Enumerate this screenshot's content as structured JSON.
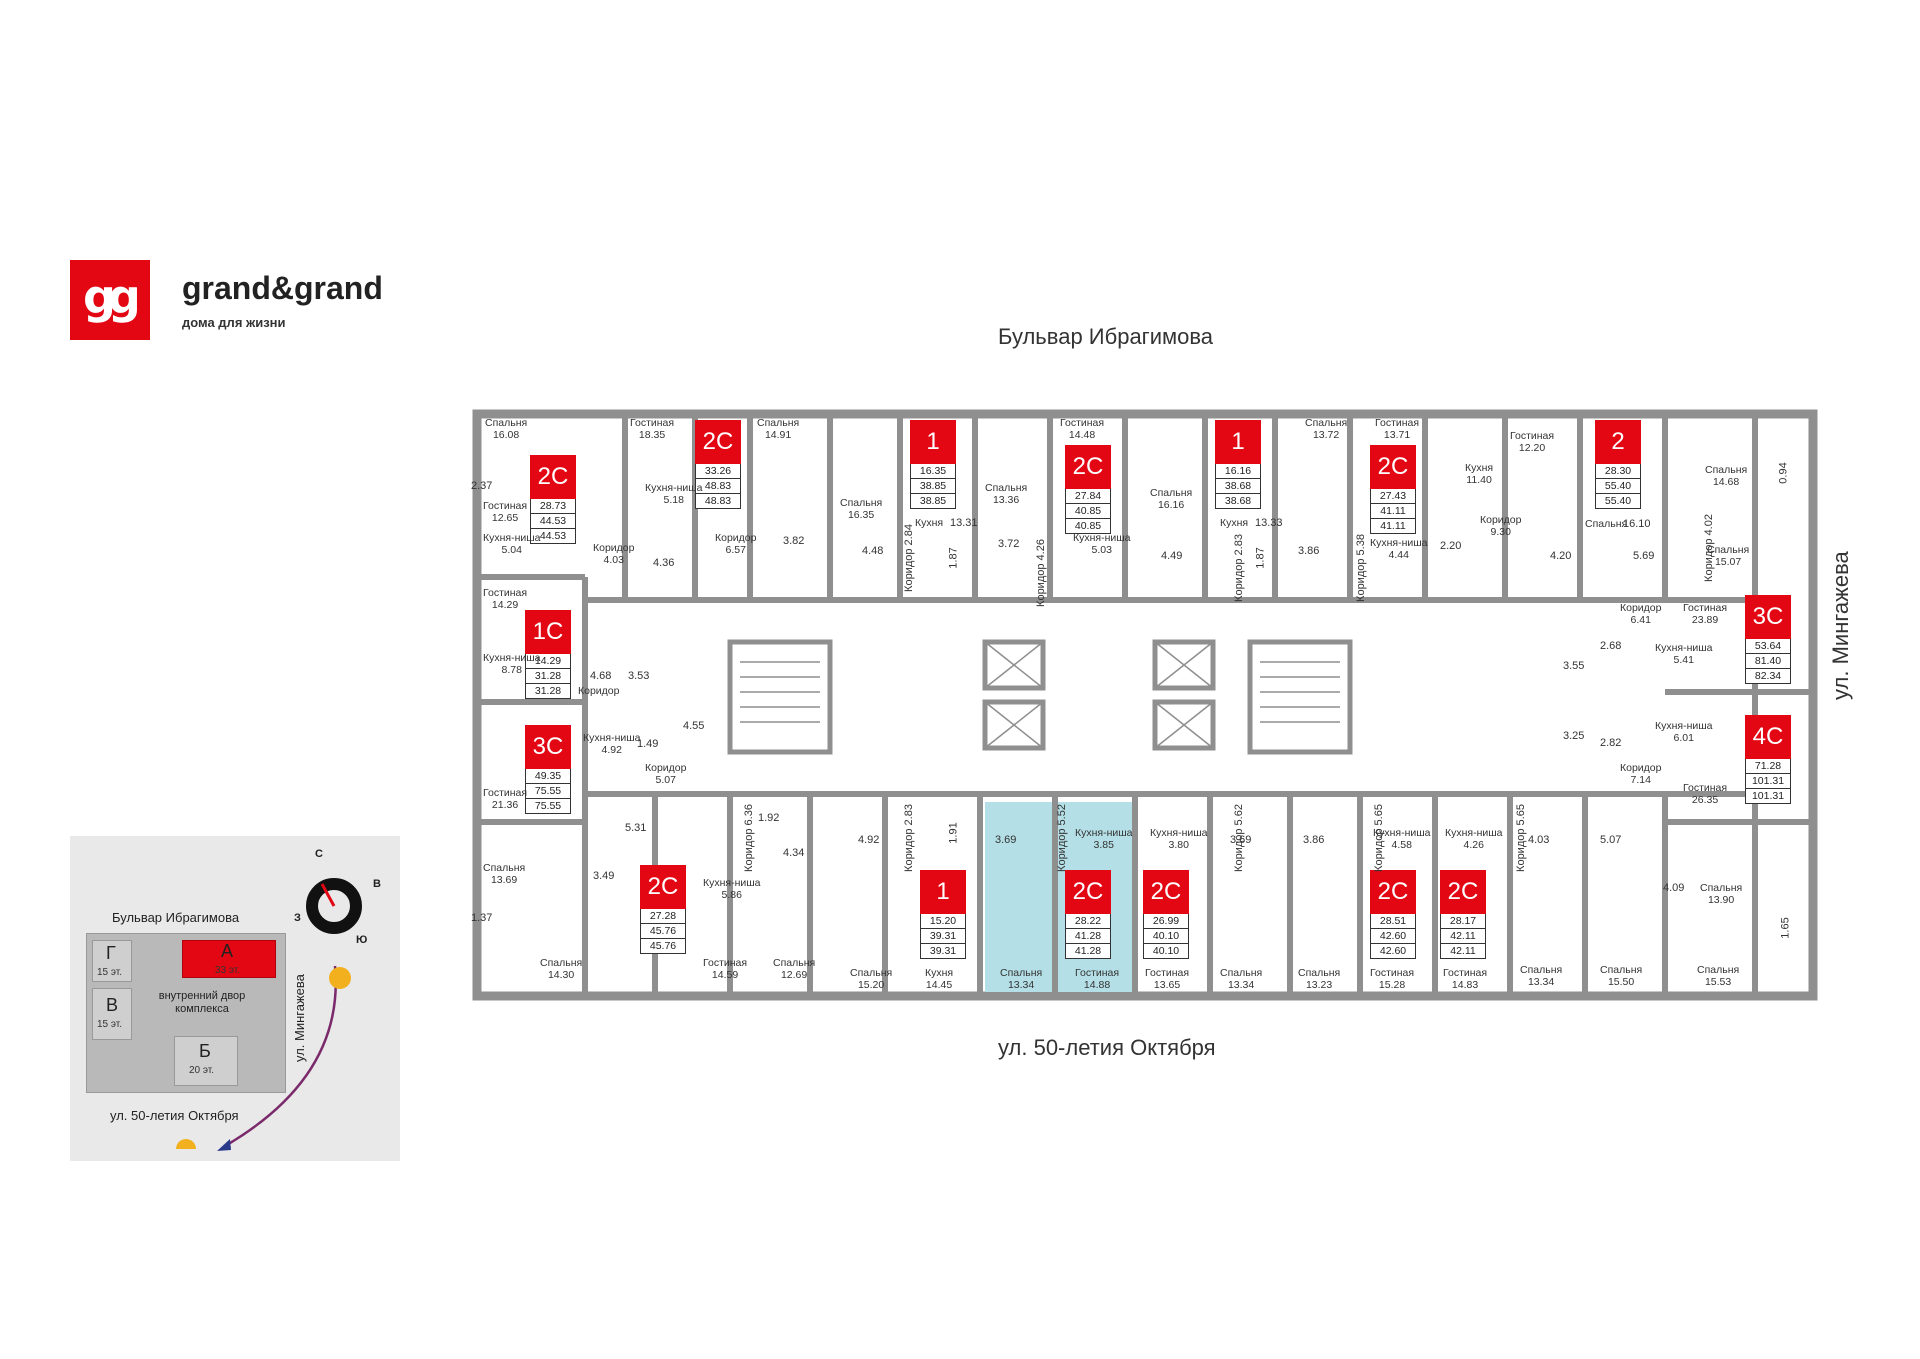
{
  "brand": {
    "name": "grand&grand",
    "tagline": "дома для жизни",
    "mark": "gg"
  },
  "streets": {
    "top": "Бульвар Ибрагимова",
    "bottom": "ул. 50-летия Октября",
    "right": "ул. Мингажева"
  },
  "colors": {
    "accent": "#e30613",
    "highlight": "#b4dfe6",
    "wall": "#8f8f8f"
  },
  "apartments": [
    {
      "type": "2С",
      "areas": [
        "28.73",
        "44.53",
        "44.53"
      ]
    },
    {
      "type": "2С",
      "areas": [
        "33.26",
        "48.83",
        "48.83"
      ]
    },
    {
      "type": "1",
      "areas": [
        "16.35",
        "38.85",
        "38.85"
      ]
    },
    {
      "type": "2С",
      "areas": [
        "27.84",
        "40.85",
        "40.85"
      ]
    },
    {
      "type": "1",
      "areas": [
        "16.16",
        "38.68",
        "38.68"
      ]
    },
    {
      "type": "2С",
      "areas": [
        "27.43",
        "41.11",
        "41.11"
      ]
    },
    {
      "type": "2",
      "areas": [
        "28.30",
        "55.40",
        "55.40"
      ]
    },
    {
      "type": "1С",
      "areas": [
        "14.29",
        "31.28",
        "31.28"
      ]
    },
    {
      "type": "3С",
      "areas": [
        "49.35",
        "75.55",
        "75.55"
      ]
    },
    {
      "type": "3С",
      "areas": [
        "53.64",
        "81.40",
        "82.34"
      ]
    },
    {
      "type": "4С",
      "areas": [
        "71.28",
        "101.31",
        "101.31"
      ]
    },
    {
      "type": "2С",
      "areas": [
        "27.28",
        "45.76",
        "45.76"
      ]
    },
    {
      "type": "1",
      "areas": [
        "15.20",
        "39.31",
        "39.31"
      ]
    },
    {
      "type": "2С",
      "areas": [
        "28.22",
        "41.28",
        "41.28"
      ]
    },
    {
      "type": "2С",
      "areas": [
        "26.99",
        "40.10",
        "40.10"
      ]
    },
    {
      "type": "2С",
      "areas": [
        "28.51",
        "42.60",
        "42.60"
      ]
    },
    {
      "type": "2С",
      "areas": [
        "28.17",
        "42.11",
        "42.11"
      ]
    }
  ],
  "rooms": [
    {
      "name": "Спальня",
      "area": "16.08"
    },
    {
      "name": "Гостиная",
      "area": "18.35"
    },
    {
      "name": "Спальня",
      "area": "14.91"
    },
    {
      "name": "Гостиная",
      "area": "14.48"
    },
    {
      "name": "Спальня",
      "area": "13.72"
    },
    {
      "name": "Гостиная",
      "area": "13.71"
    },
    {
      "name": "Гостиная",
      "area": "12.20"
    },
    {
      "name": "Гостиная",
      "area": "12.65"
    },
    {
      "name": "Кухня-ниша",
      "area": "5.04"
    },
    {
      "name": "Кухня-ниша",
      "area": "5.18"
    },
    {
      "name": "Спальня",
      "area": "16.35"
    },
    {
      "name": "Спальня",
      "area": "13.36"
    },
    {
      "name": "Спальня",
      "area": "16.16"
    },
    {
      "name": "Кухня",
      "area": "11.40"
    },
    {
      "name": "Спальня",
      "area": "14.68"
    },
    {
      "name": "Коридор",
      "area": "4.03"
    },
    {
      "name": "Коридор",
      "area": "6.57"
    },
    {
      "name": "Кухня",
      "area": "13.31"
    },
    {
      "name": "Кухня-ниша",
      "area": "5.03"
    },
    {
      "name": "Кухня",
      "area": "13.33"
    },
    {
      "name": "Кухня-ниша",
      "area": "4.44"
    },
    {
      "name": "Коридор",
      "area": "9.30"
    },
    {
      "name": "Спальня",
      "area": "16.10"
    },
    {
      "name": "Спальня",
      "area": "15.07"
    },
    {
      "name": "Гостиная",
      "area": "14.29"
    },
    {
      "name": "Кухня-ниша",
      "area": "8.78"
    },
    {
      "name": "Коридор",
      "area": "6.41"
    },
    {
      "name": "Гостиная",
      "area": "23.89"
    },
    {
      "name": "Кухня-ниша",
      "area": "5.41"
    },
    {
      "name": "Кухня-ниша",
      "area": "4.92"
    },
    {
      "name": "Коридор",
      "area": "5.07"
    },
    {
      "name": "Гостиная",
      "area": "21.36"
    },
    {
      "name": "Кухня-ниша",
      "area": "6.01"
    },
    {
      "name": "Коридор",
      "area": "7.14"
    },
    {
      "name": "Гостиная",
      "area": "26.35"
    },
    {
      "name": "Спальня",
      "area": "13.69"
    },
    {
      "name": "Кухня-ниша",
      "area": "5.86"
    },
    {
      "name": "Спальня",
      "area": "14.30"
    },
    {
      "name": "Гостиная",
      "area": "14.59"
    },
    {
      "name": "Спальня",
      "area": "12.69"
    },
    {
      "name": "Спальня",
      "area": "15.20"
    },
    {
      "name": "Кухня",
      "area": "14.45"
    },
    {
      "name": "Спальня",
      "area": "13.34"
    },
    {
      "name": "Кухня-ниша",
      "area": "3.85"
    },
    {
      "name": "Гостиная",
      "area": "14.88"
    },
    {
      "name": "Кухня-ниша",
      "area": "3.80"
    },
    {
      "name": "Гостиная",
      "area": "13.65"
    },
    {
      "name": "Спальня",
      "area": "13.34"
    },
    {
      "name": "Спальня",
      "area": "13.23"
    },
    {
      "name": "Кухня-ниша",
      "area": "4.58"
    },
    {
      "name": "Гостиная",
      "area": "15.28"
    },
    {
      "name": "Кухня-ниша",
      "area": "4.26"
    },
    {
      "name": "Гостиная",
      "area": "14.83"
    },
    {
      "name": "Спальня",
      "area": "13.34"
    },
    {
      "name": "Спальня",
      "area": "15.50"
    },
    {
      "name": "Спальня",
      "area": "13.90"
    },
    {
      "name": "Спальня",
      "area": "15.53"
    }
  ],
  "misc_numbers": {
    "n237": "2.37",
    "n436": "4.36",
    "n382": "3.82",
    "n448": "4.48",
    "n372": "3.72",
    "n449": "4.49",
    "n386": "3.86",
    "n220": "2.20",
    "n420": "4.20",
    "n569": "5.69",
    "n094": "0.94",
    "n353": "3.53",
    "n468": "4.68",
    "n149": "1.49",
    "n455": "4.55",
    "n268": "2.68",
    "n355": "3.55",
    "n325": "3.25",
    "n282": "2.82",
    "n531": "5.31",
    "n192": "1.92",
    "n434": "4.34",
    "n492": "4.92",
    "n369a": "3.69",
    "n369b": "3.69",
    "n386b": "3.86",
    "n403": "4.03",
    "n507": "5.07",
    "n349": "3.49",
    "n409": "4.09",
    "n137": "1.37",
    "n165": "1.65"
  },
  "vertical_labels": {
    "k284": "Коридор 2.84",
    "v187a": "1.87",
    "k426": "Коридор 4.26",
    "k283": "Коридор 2.83",
    "v187b": "1.87",
    "k538": "Коридор 5.38",
    "k402": "Коридор 4.02",
    "k636": "Коридор 6.36",
    "k283b": "Коридор 2.83",
    "v191": "1.91",
    "k552": "Коридор 5.52",
    "k562": "Коридор 5.62",
    "k565a": "Коридор 5.65",
    "k565b": "Коридор 5.65"
  },
  "corridor_label": "Коридор",
  "minimap": {
    "top_street": "Бульвар Ибрагимова",
    "bottom_street": "ул. 50-летия Октября",
    "side_street": "ул. Мингажева",
    "courtyard": "внутренний двор комплекса",
    "blocks": [
      {
        "letter": "Г",
        "floors": "15 эт."
      },
      {
        "letter": "А",
        "floors": "33 эт."
      },
      {
        "letter": "В",
        "floors": "15 эт."
      },
      {
        "letter": "Б",
        "floors": "20 эт."
      }
    ],
    "compass": {
      "n": "С",
      "e": "В",
      "s": "Ю",
      "w": "З"
    }
  }
}
